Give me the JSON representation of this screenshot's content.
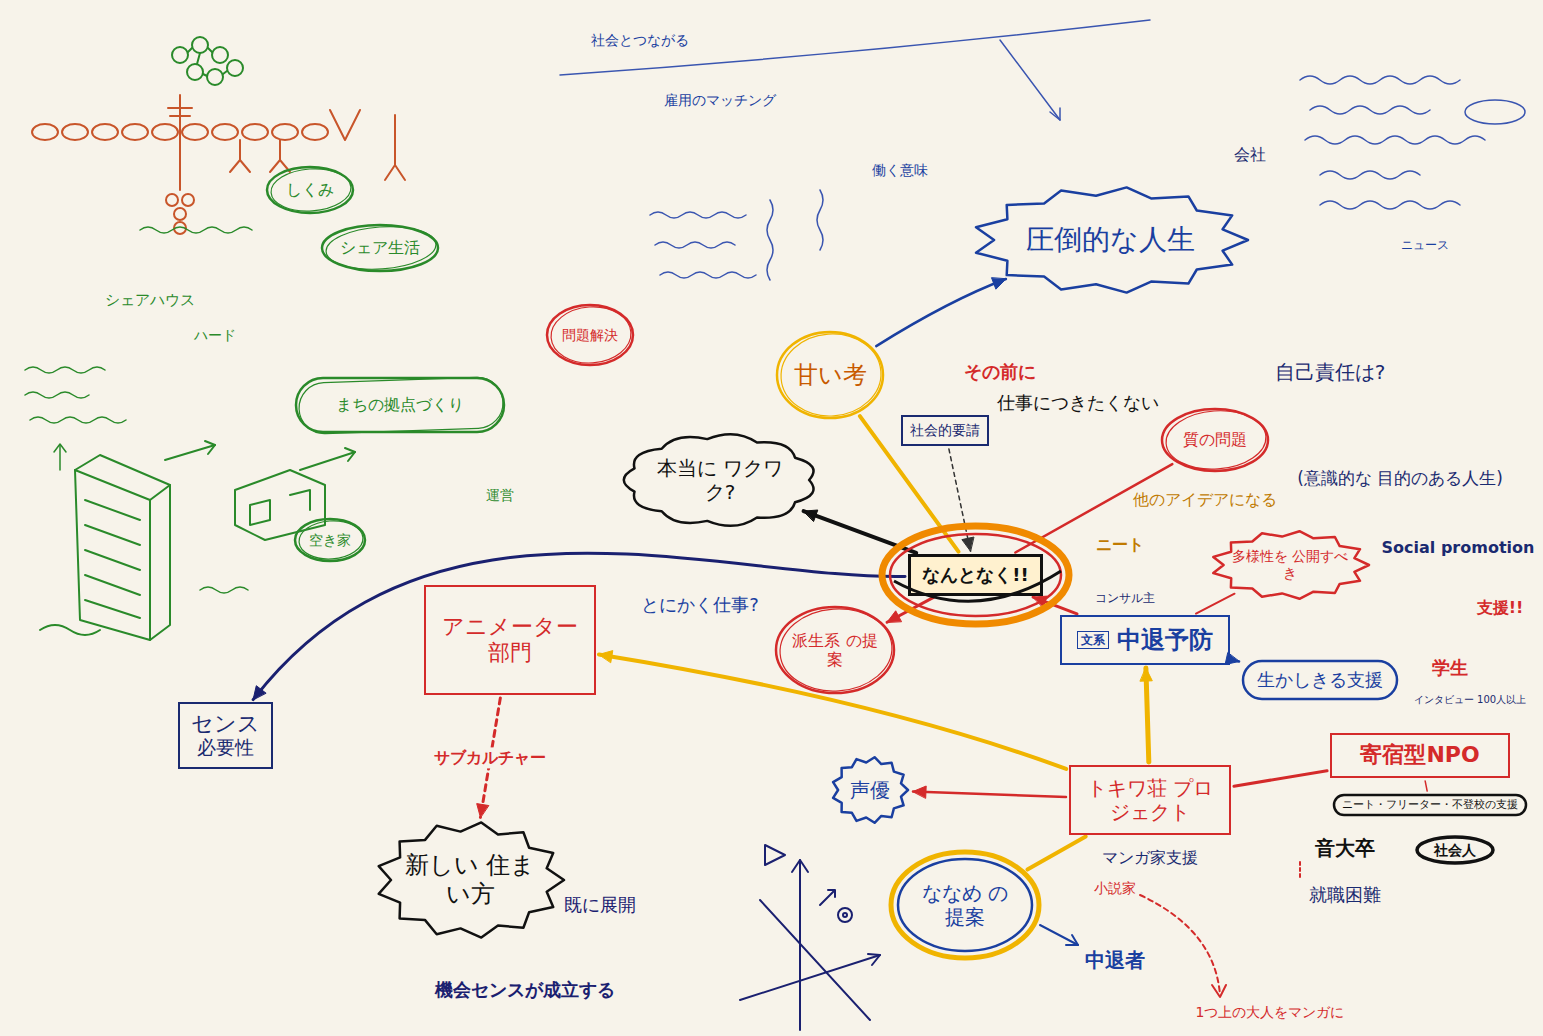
{
  "diagram": {
    "nodes": [
      {
        "text": [
          "なんとなく!!"
        ]
      },
      {
        "text": [
          "本当に ワクワク?"
        ]
      },
      {
        "text": [
          "甘い考"
        ]
      },
      {
        "text": [
          "圧倒的な人生"
        ]
      },
      {
        "text": [
          "社会的要請"
        ]
      },
      {
        "text": [
          "質の問題"
        ]
      },
      {
        "text": [
          "中退予防"
        ]
      },
      {
        "text": [
          "文系"
        ],
        "in": 6
      },
      {
        "text": [
          "アニメーター 部門"
        ]
      },
      {
        "text": [
          "センス",
          "必要性"
        ]
      },
      {
        "text": [
          "新しい 住まい方"
        ]
      },
      {
        "text": [
          "派生系 の提案"
        ]
      },
      {
        "text": [
          "声優"
        ]
      },
      {
        "text": [
          "トキワ荘 プロジェクト"
        ]
      },
      {
        "text": [
          "ななめ の提案"
        ]
      },
      {
        "text": [
          "寄宿型NPO"
        ]
      },
      {
        "text": [
          "ニート・フリーター・不登校の支援"
        ]
      },
      {
        "text": [
          "生かしきる支援"
        ]
      },
      {
        "text": [
          "社会人"
        ]
      },
      {
        "text": [
          "多様性を 公開すべき"
        ]
      },
      {
        "text": [
          "しくみ"
        ]
      },
      {
        "text": [
          "シェア生活"
        ]
      },
      {
        "text": [
          "まちの拠点づくり"
        ]
      },
      {
        "text": [
          "空き家"
        ]
      },
      {
        "text": [
          "問題解決"
        ]
      }
    ],
    "edges": [
      {
        "from": 0,
        "to": 1,
        "arrow": "to"
      },
      {
        "from": 0,
        "to": 2,
        "arrow": "none"
      },
      {
        "from": 2,
        "to": 3,
        "arrow": "to"
      },
      {
        "from": 0,
        "to": 5,
        "arrow": "none"
      },
      {
        "from": 6,
        "to": 0,
        "arrow": "to"
      },
      {
        "from": 0,
        "to": 11,
        "arrow": "to"
      },
      {
        "from": 13,
        "to": 12,
        "arrow": "to"
      },
      {
        "from": 13,
        "to": 6,
        "arrow": "to"
      },
      {
        "from": 14,
        "to": 13,
        "arrow": "none"
      },
      {
        "from": 15,
        "to": 13,
        "arrow": "none"
      },
      {
        "from": 6,
        "to": 17,
        "arrow": "to"
      },
      {
        "from": 13,
        "to": 8,
        "arrow": "to"
      },
      {
        "from": 0,
        "to": 9,
        "arrow": "to"
      },
      {
        "from": 8,
        "to": 10,
        "label": "サブカルチャー",
        "arrow": "to"
      },
      {
        "from": 6,
        "to": 19,
        "arrow": "none"
      },
      {
        "from": 15,
        "to": 16,
        "arrow": "none"
      },
      {
        "from": 4,
        "to": 0,
        "arrow": "to"
      }
    ],
    "labels": [
      "社会とつながる",
      "雇用のマッチング",
      "働く意味",
      "会社",
      "ニュース",
      "その前に",
      "仕事につきたくない",
      "自己責任は?",
      "(意識的な 目的のある人生)",
      "他のアイデアになる",
      "ニート",
      "コンサル主",
      "Social promotion",
      "支援!!",
      "学生",
      "インタビュー 100人以上",
      "音大卒",
      "就職困難",
      "マンガ家支援",
      "小説家",
      "中退者",
      "1つ上の大人をマンガに",
      "とにかく仕事?",
      "既に展開",
      "機会センスが成立する",
      "シェアハウス",
      "ハード",
      "運営"
    ]
  }
}
